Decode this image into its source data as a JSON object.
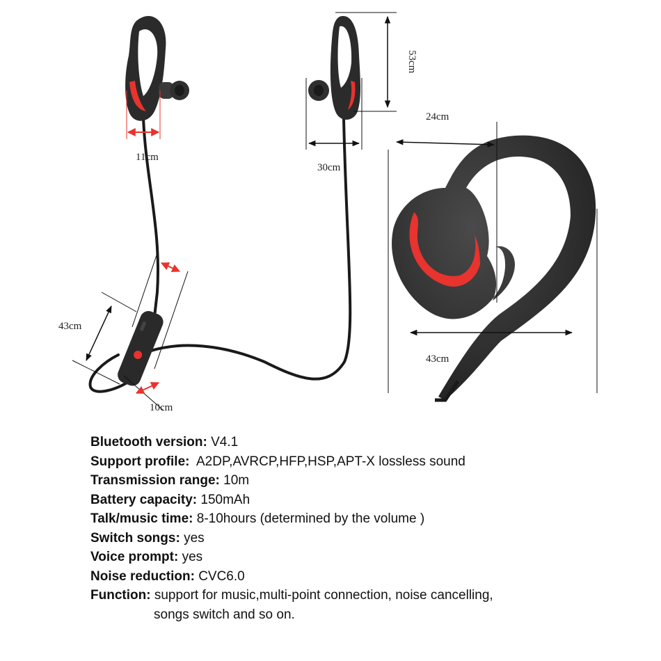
{
  "diagram": {
    "dimensions": {
      "left_earpiece_width": "11cm",
      "right_earpiece_width": "30cm",
      "hook_height": "53cm",
      "remote_length": "43cm",
      "remote_width": "10cm",
      "hook_width_top": "24cm",
      "hook_width_bottom": "43cm"
    },
    "colors": {
      "body": "#2b2b2b",
      "accent": "#e8332e",
      "cable": "#1a1a1a"
    }
  },
  "specs": [
    {
      "label": "Bluetooth version:",
      "value": "V4.1"
    },
    {
      "label": "Support profile:",
      "value": "  A2DP,AVRCP,HFP,HSP,APT-X lossless sound"
    },
    {
      "label": "Transmission range:",
      "value": "10m"
    },
    {
      "label": "Battery capacity:",
      "value": "150mAh"
    },
    {
      "label": "Talk/music time:",
      "value": "8-10hours (determined by the volume )"
    },
    {
      "label": "Switch songs:",
      "value": "yes"
    },
    {
      "label": "Voice prompt:",
      "value": "yes"
    },
    {
      "label": "Noise reduction:",
      "value": "CVC6.0"
    },
    {
      "label": "Function:",
      "value": "support for music,multi-point connection, noise cancelling,",
      "continuation": "songs switch and so on."
    }
  ]
}
